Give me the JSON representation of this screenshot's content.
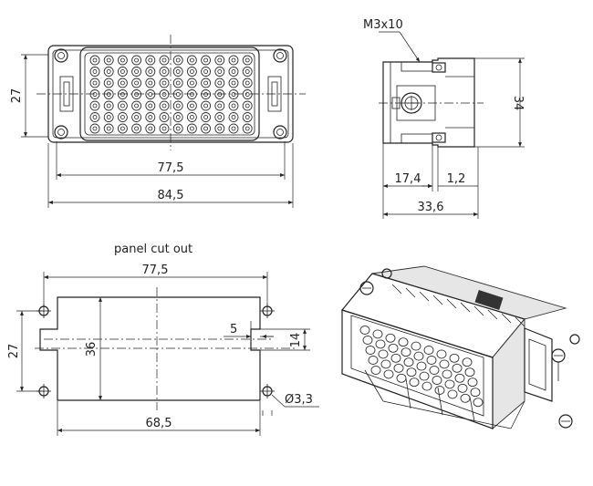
{
  "front_view": {
    "dim_width_inner": "77,5",
    "dim_width_outer": "84,5",
    "dim_height": "27"
  },
  "side_view": {
    "screw_label": "M3x10",
    "dim_height": "34",
    "dim_left": "17,4",
    "dim_right": "1,2",
    "dim_total": "33,6"
  },
  "panel_cutout": {
    "title": "panel cut out",
    "dim_top": "77,5",
    "dim_bottom": "68,5",
    "dim_height_outer": "27",
    "dim_height_inner": "36",
    "dim_notch_width": "5",
    "dim_notch_height": "14",
    "dim_hole": "Ø3,3"
  }
}
